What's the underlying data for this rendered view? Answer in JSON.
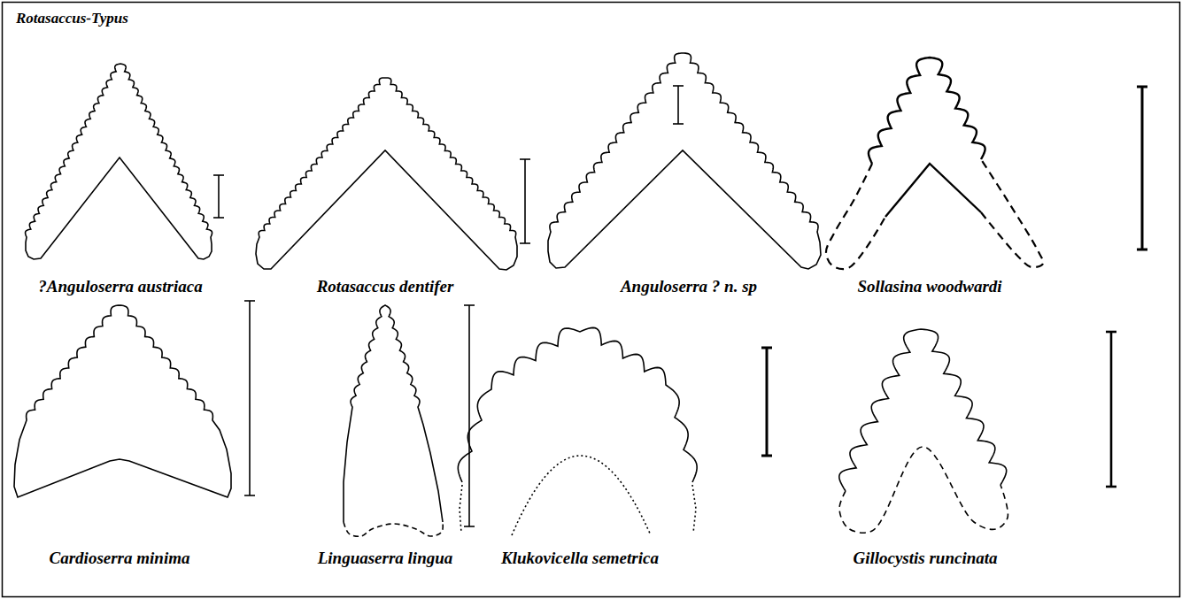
{
  "diagram": {
    "title": "Rotasaccus-Typus",
    "labels": [
      "?Anguloserra austriaca",
      "Rotasaccus dentifer",
      "Anguloserra ? n. sp",
      "Sollasina woodwardi",
      "Cardioserra minima",
      "Linguaserra lingua",
      "Klukovicella semetrica",
      "Gillocystis runcinata"
    ]
  }
}
